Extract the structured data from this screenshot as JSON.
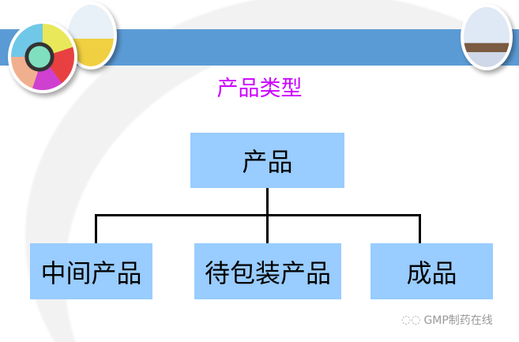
{
  "title": "产品类型",
  "diagram": {
    "root": "产品",
    "children": [
      "中间产品",
      "待包装产品",
      "成品"
    ]
  },
  "watermark": {
    "icon": "wechat-icon",
    "text": "GMP制药在线"
  },
  "colors": {
    "band": "#5b9bd5",
    "box": "#99ccff",
    "title": "#cc00ff"
  }
}
